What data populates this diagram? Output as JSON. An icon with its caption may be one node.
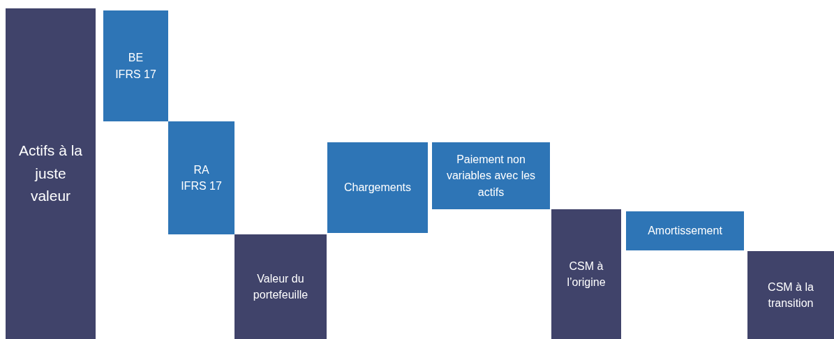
{
  "diagram": {
    "nodes": [
      {
        "text": [
          "Actifs à la juste valeur"
        ]
      },
      {
        "text": [
          "BE",
          "IFRS 17"
        ]
      },
      {
        "text": [
          "RA",
          "IFRS 17"
        ]
      },
      {
        "text": [
          "Valeur du portefeuille"
        ]
      },
      {
        "text": [
          "Chargements"
        ]
      },
      {
        "text": [
          "Paiement non variables avec les actifs"
        ]
      },
      {
        "text": [
          "CSM à l’origine"
        ]
      },
      {
        "text": [
          "Amortissement"
        ]
      },
      {
        "text": [
          "CSM à la transition"
        ]
      }
    ]
  }
}
